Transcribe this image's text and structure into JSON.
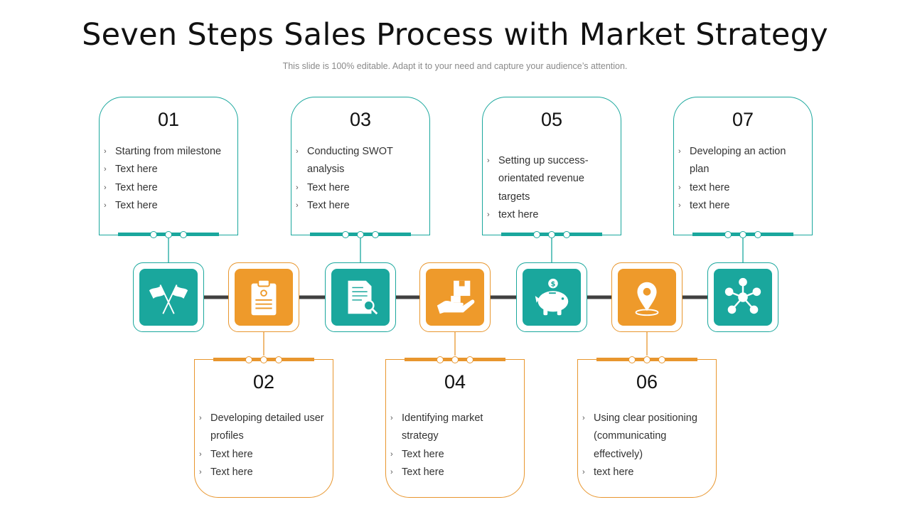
{
  "title": "Seven Steps Sales Process with Market Strategy",
  "subtitle": "This slide is 100% editable. Adapt it to your need and capture your audience’s attention.",
  "colors": {
    "teal": "#1aa79d",
    "orange": "#ee9a2b",
    "connector": "#404040"
  },
  "steps": [
    {
      "number": "01",
      "color": "teal",
      "icon": "crossed-flags-icon",
      "items": [
        "Starting from milestone",
        "Text here",
        "Text here",
        "Text here"
      ]
    },
    {
      "number": "02",
      "color": "orange",
      "icon": "clipboard-icon",
      "items": [
        "Developing detailed user profiles",
        "Text here",
        "Text here"
      ]
    },
    {
      "number": "03",
      "color": "teal",
      "icon": "document-search-icon",
      "items": [
        "Conducting SWOT analysis",
        "Text here",
        "Text here"
      ]
    },
    {
      "number": "04",
      "color": "orange",
      "icon": "hand-box-icon",
      "items": [
        "Identifying market strategy",
        "Text here",
        "Text here"
      ]
    },
    {
      "number": "05",
      "color": "teal",
      "icon": "piggy-bank-icon",
      "items": [
        "Setting up success-orientated revenue targets",
        "text here"
      ]
    },
    {
      "number": "06",
      "color": "orange",
      "icon": "location-pin-icon",
      "items": [
        "Using clear positioning (communicating effectively)",
        "text here"
      ]
    },
    {
      "number": "07",
      "color": "teal",
      "icon": "network-icon",
      "items": [
        "Developing an action plan",
        "text here",
        "text here"
      ]
    }
  ]
}
